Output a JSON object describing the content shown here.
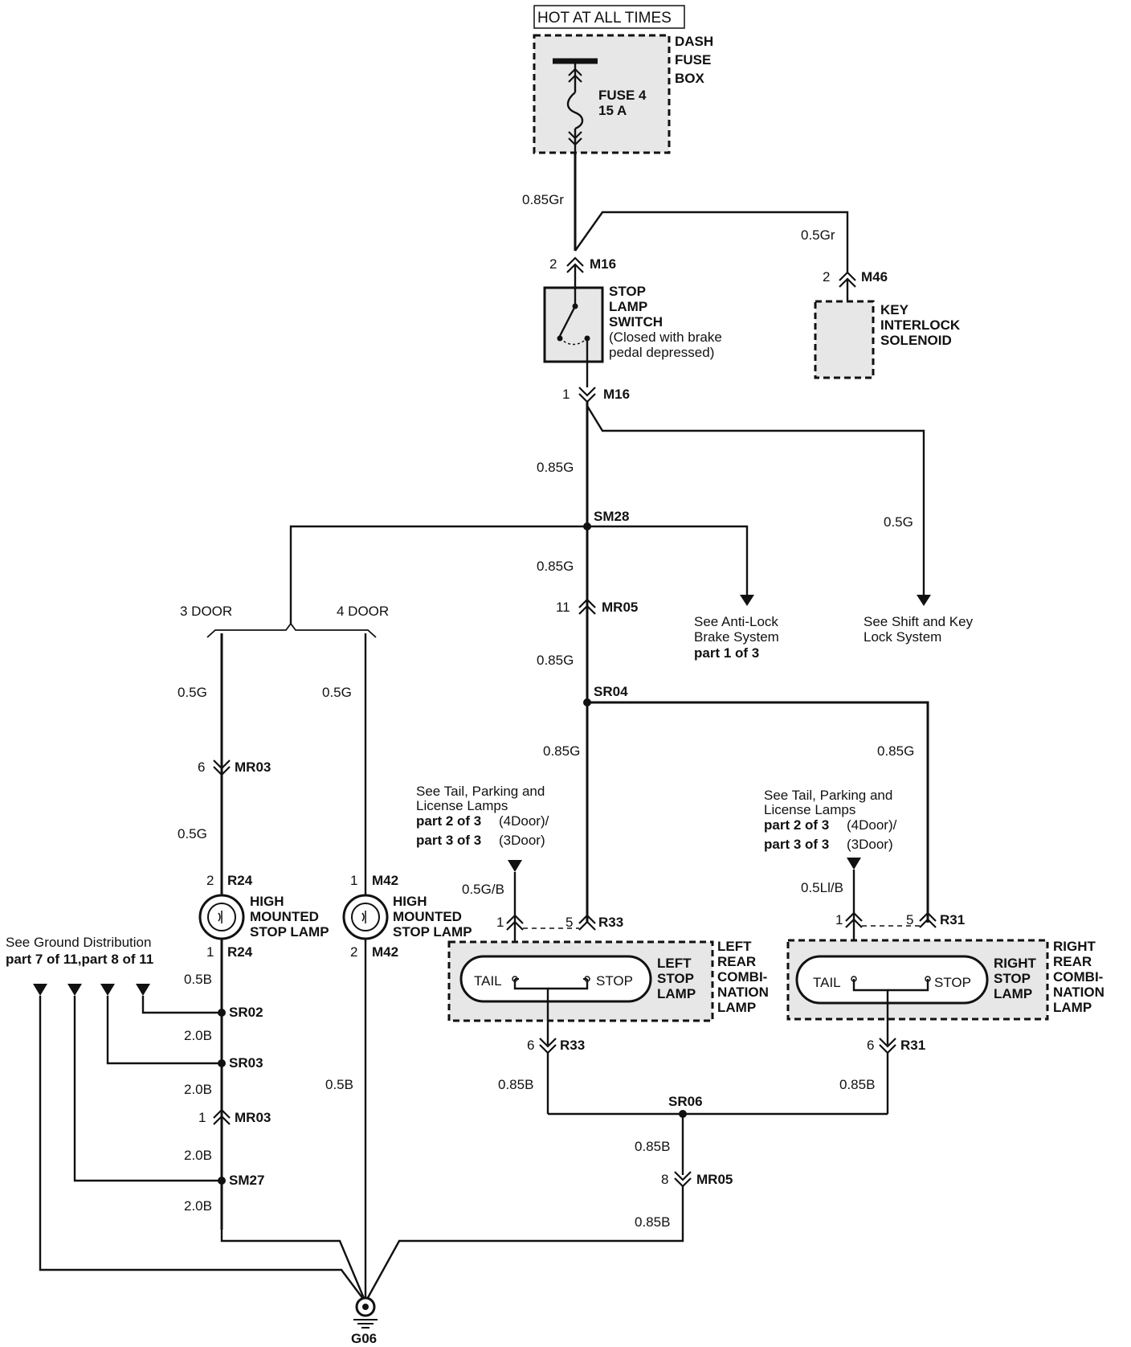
{
  "power": {
    "hot_label": "HOT AT ALL TIMES",
    "fuse_box": [
      "DASH",
      "FUSE",
      "BOX"
    ],
    "fuse": [
      "FUSE 4",
      "15 A"
    ]
  },
  "wires": {
    "w_085gr": "0.85Gr",
    "w_05gr": "0.5Gr",
    "w_085g_a": "0.85G",
    "w_05g_shift": "0.5G",
    "w_085g_b": "0.85G",
    "w_085g_c": "0.85G",
    "w_085g_d": "0.85G",
    "w_085g_e": "0.85G",
    "w_05g_a": "0.5G",
    "w_05g_b": "0.5G",
    "w_05g_c": "0.5G",
    "w_05gb": "0.5G/B",
    "w_05lib": "0.5Ll/B",
    "w_05b_a": "0.5B",
    "w_05b_b": "0.5B",
    "w_20b_a": "2.0B",
    "w_20b_b": "2.0B",
    "w_20b_c": "2.0B",
    "w_20b_d": "2.0B",
    "w_085b_a": "0.85B",
    "w_085b_b": "0.85B",
    "w_085b_c": "0.85B",
    "w_085b_d": "0.85B"
  },
  "connectors": {
    "m16_top": {
      "pin": "2",
      "id": "M16"
    },
    "m16_bot": {
      "pin": "1",
      "id": "M16"
    },
    "m46": {
      "pin": "2",
      "id": "M46"
    },
    "mr05_top": {
      "pin": "11",
      "id": "MR05"
    },
    "mr03_top": {
      "pin": "6",
      "id": "MR03"
    },
    "r24_top": {
      "pin": "2",
      "id": "R24"
    },
    "r24_bot": {
      "pin": "1",
      "id": "R24"
    },
    "m42_top": {
      "pin": "1",
      "id": "M42"
    },
    "m42_bot": {
      "pin": "2",
      "id": "M42"
    },
    "r33_1": {
      "pin": "1"
    },
    "r33_5": {
      "pin": "5",
      "id": "R33"
    },
    "r33_6": {
      "pin": "6",
      "id": "R33"
    },
    "r31_1": {
      "pin": "1"
    },
    "r31_5": {
      "pin": "5",
      "id": "R31"
    },
    "r31_6": {
      "pin": "6",
      "id": "R31"
    },
    "mr03_bot": {
      "pin": "1",
      "id": "MR03"
    },
    "mr05_bot": {
      "pin": "8",
      "id": "MR05"
    }
  },
  "splices": {
    "sm28": "SM28",
    "sr04": "SR04",
    "sr02": "SR02",
    "sr03": "SR03",
    "sm27": "SM27",
    "sr06": "SR06"
  },
  "components": {
    "stop_switch": [
      "STOP",
      "LAMP",
      "SWITCH",
      "(Closed with brake",
      "pedal depressed)"
    ],
    "key_interlock": [
      "KEY",
      "INTERLOCK",
      "SOLENOID"
    ],
    "hmsl": [
      "HIGH",
      "MOUNTED",
      "STOP LAMP"
    ],
    "left_rear": [
      "LEFT",
      "REAR",
      "COMBI-",
      "NATION",
      "LAMP"
    ],
    "left_stop": [
      "LEFT",
      "STOP",
      "LAMP"
    ],
    "right_rear": [
      "RIGHT",
      "REAR",
      "COMBI-",
      "NATION",
      "LAMP"
    ],
    "right_stop": [
      "RIGHT",
      "STOP",
      "LAMP"
    ],
    "tail": "TAIL",
    "stop": "STOP",
    "ground": "G06"
  },
  "options": {
    "three_door": "3 DOOR",
    "four_door": "4 DOOR"
  },
  "references": {
    "abs": [
      "See Anti-Lock",
      "Brake System",
      "part 1 of 3"
    ],
    "shift": [
      "See Shift and Key",
      "Lock System"
    ],
    "tail_left": {
      "lines": [
        "See Tail, Parking and",
        "License Lamps"
      ],
      "p1_bold": "part 2 of 3",
      "p1_rest": "(4Door)/",
      "p2_bold": "part 3 of 3",
      "p2_rest": "(3Door)"
    },
    "tail_right": {
      "lines": [
        "See Tail, Parking and",
        "License Lamps"
      ],
      "p1_bold": "part 2 of 3",
      "p1_rest": "(4Door)/",
      "p2_bold": "part 3 of 3",
      "p2_rest": "(3Door)"
    },
    "ground_dist": [
      "See Ground Distribution",
      "part 7 of 11,part 8 of 11"
    ]
  }
}
